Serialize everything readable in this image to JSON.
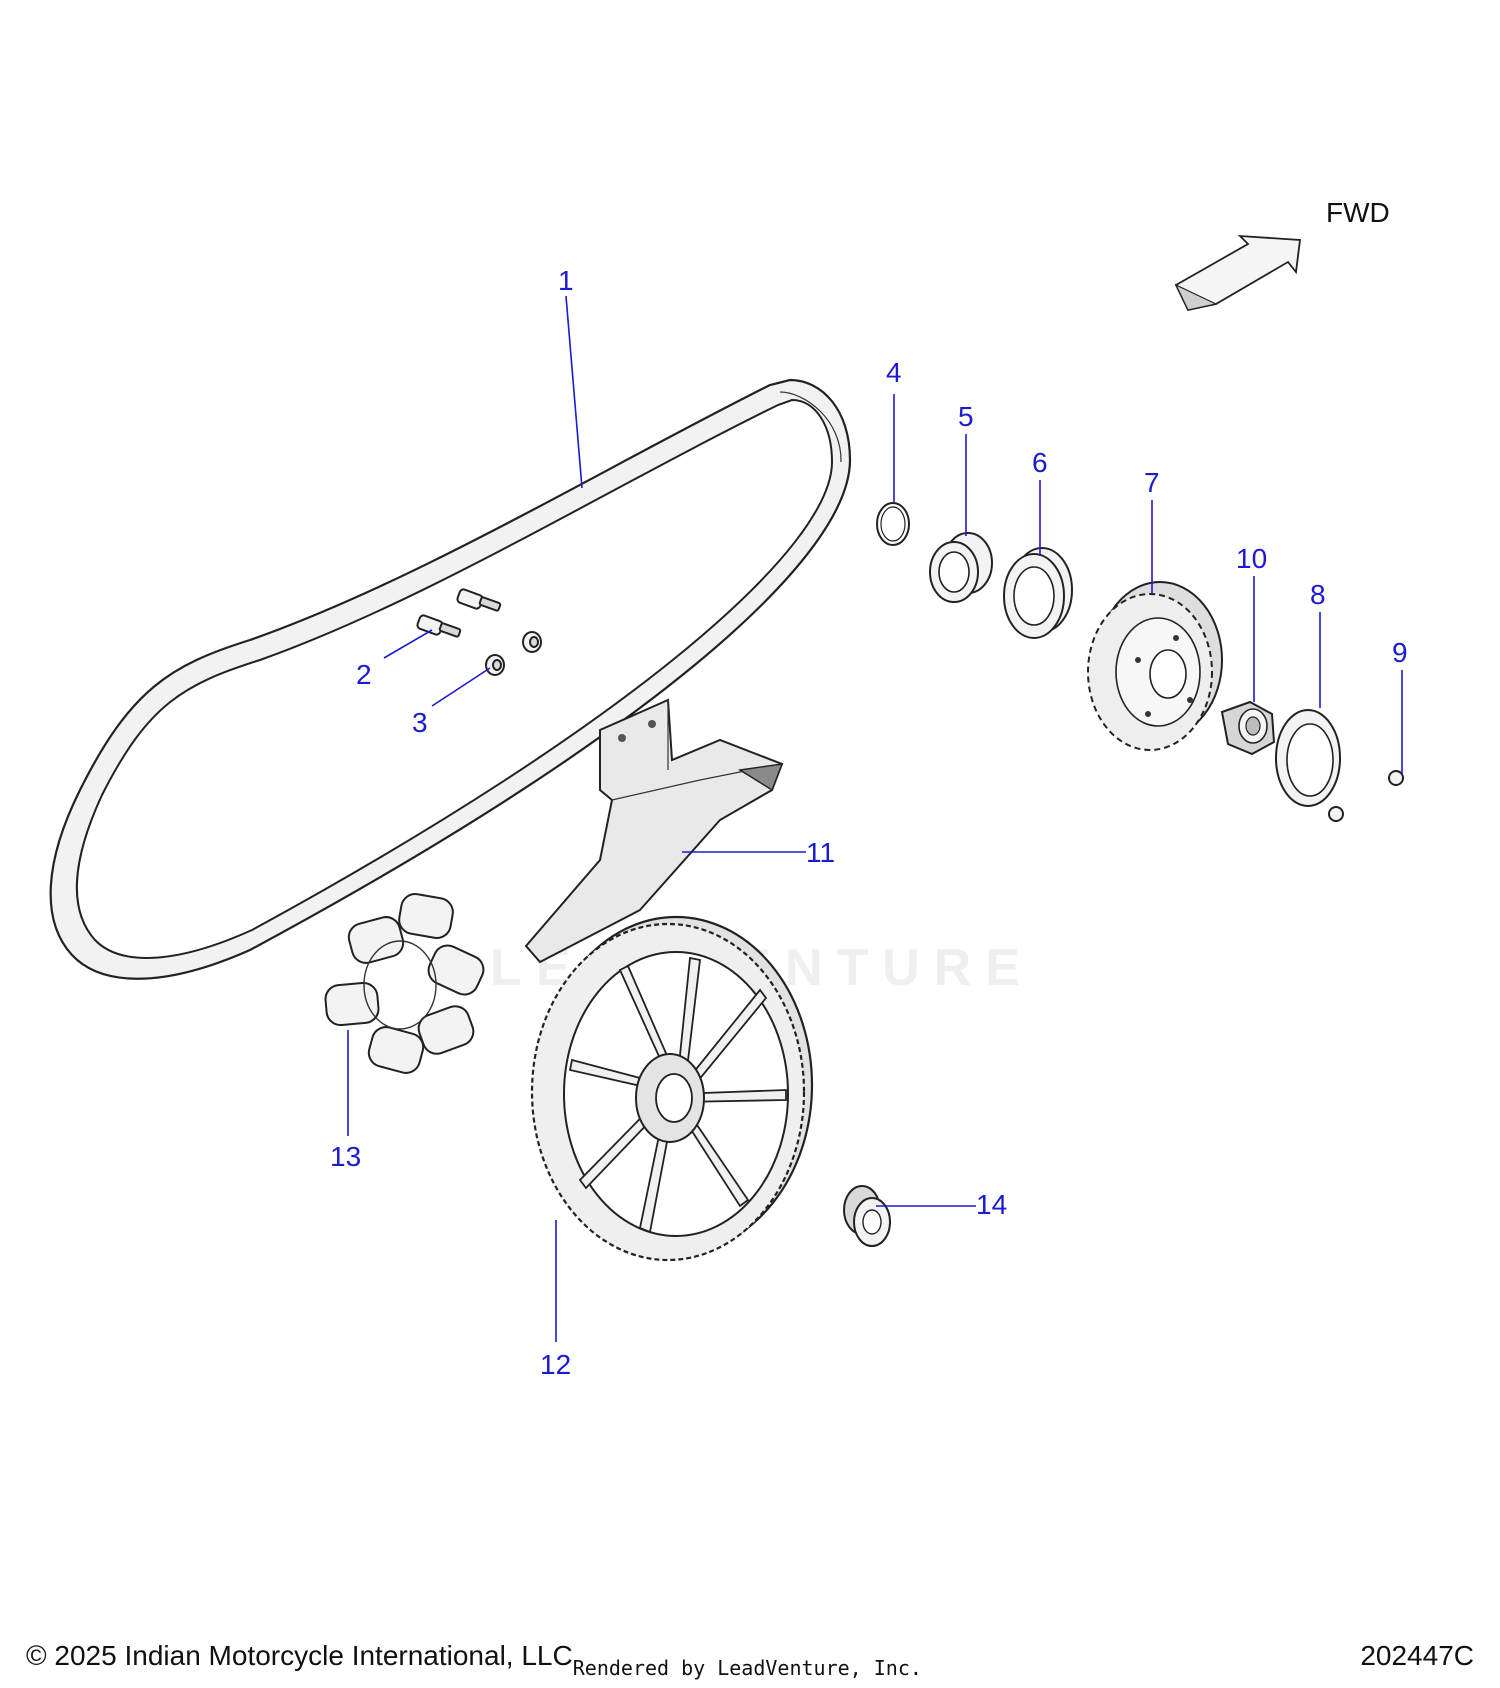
{
  "direction_label": "FWD",
  "callouts": [
    "1",
    "2",
    "3",
    "4",
    "5",
    "6",
    "7",
    "8",
    "9",
    "10",
    "11",
    "12",
    "13",
    "14"
  ],
  "watermark_text": "LEADVENTURE",
  "footer": {
    "copyright": "© 2025 Indian Motorcycle International, LLC",
    "rendered_by": "Rendered by LeadVenture, Inc.",
    "diagram_id": "202447C"
  },
  "colors": {
    "callout": "#1a1ad0",
    "line": "#222222"
  }
}
